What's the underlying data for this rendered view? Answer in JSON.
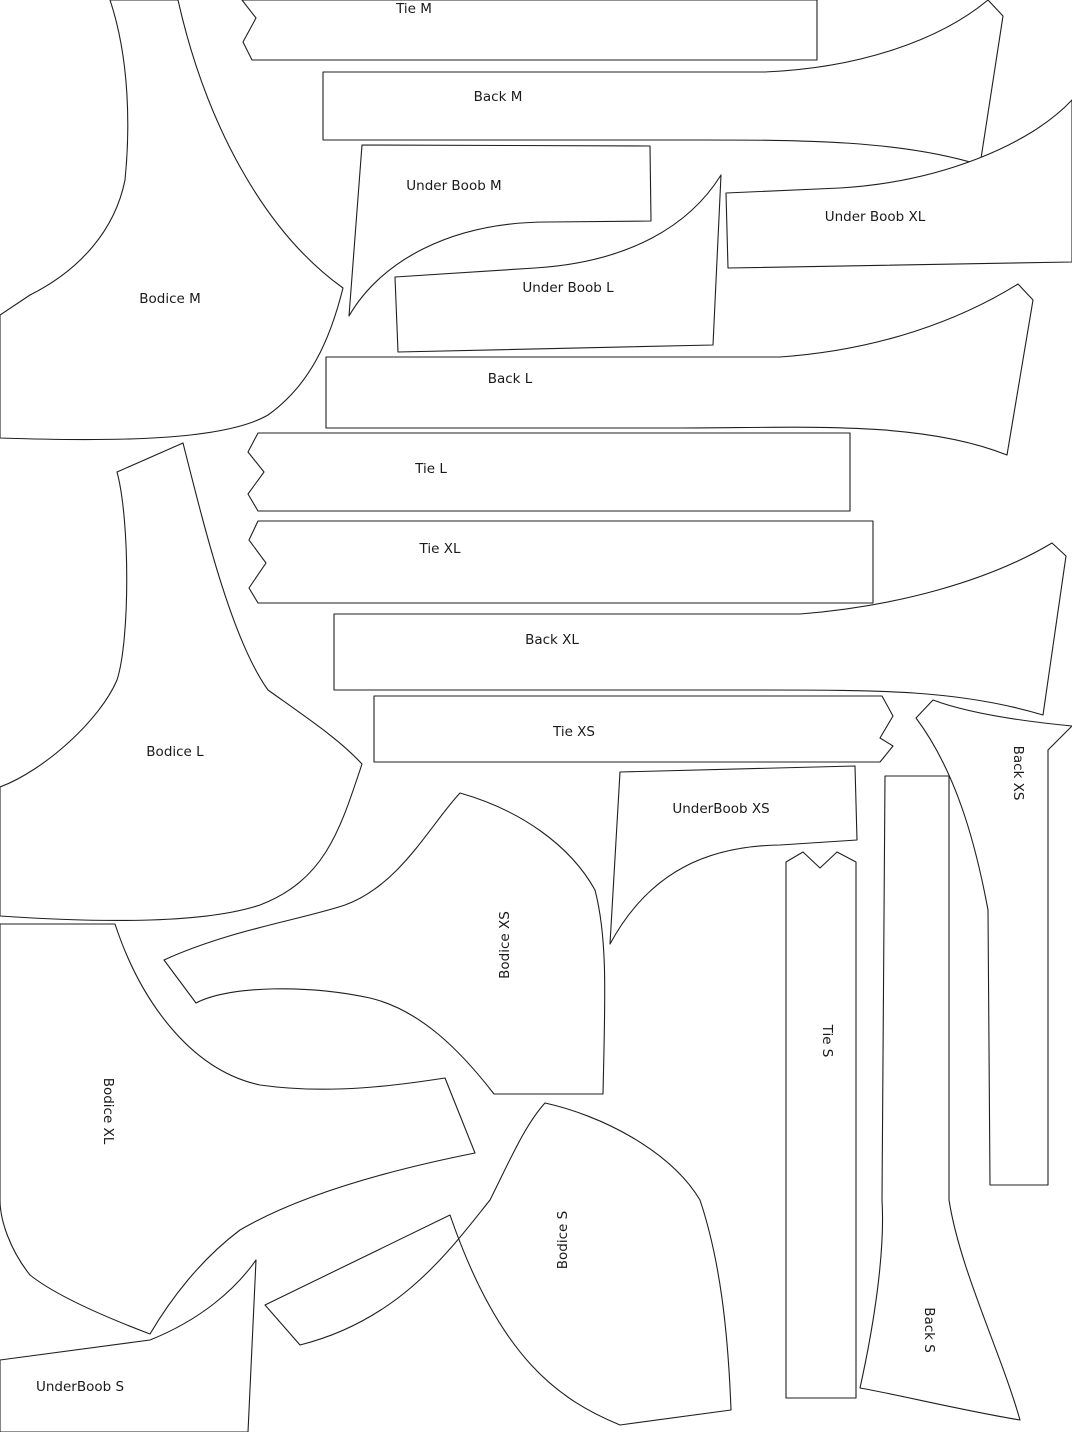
{
  "sheet": {
    "colors": {
      "background": "#ffffff",
      "outline": "#1f1f1f",
      "text": "#1a1a1a"
    },
    "pieces": {
      "tie_m": "Tie M",
      "back_m": "Back M",
      "under_boob_m": "Under Boob M",
      "under_boob_xl": "Under Boob XL",
      "under_boob_l": "Under Boob L",
      "bodice_m": "Bodice M",
      "back_l": "Back L",
      "tie_l": "Tie L",
      "tie_xl": "Tie XL",
      "back_xl": "Back XL",
      "tie_xs": "Tie XS",
      "back_xs": "Back XS",
      "bodice_l": "Bodice L",
      "underboob_xs": "UnderBoob XS",
      "bodice_xs": "Bodice XS",
      "tie_s": "Tie S",
      "bodice_xl": "Bodice XL",
      "bodice_s": "Bodice S",
      "back_s": "Back S",
      "underboob_s": "UnderBoob S"
    }
  }
}
